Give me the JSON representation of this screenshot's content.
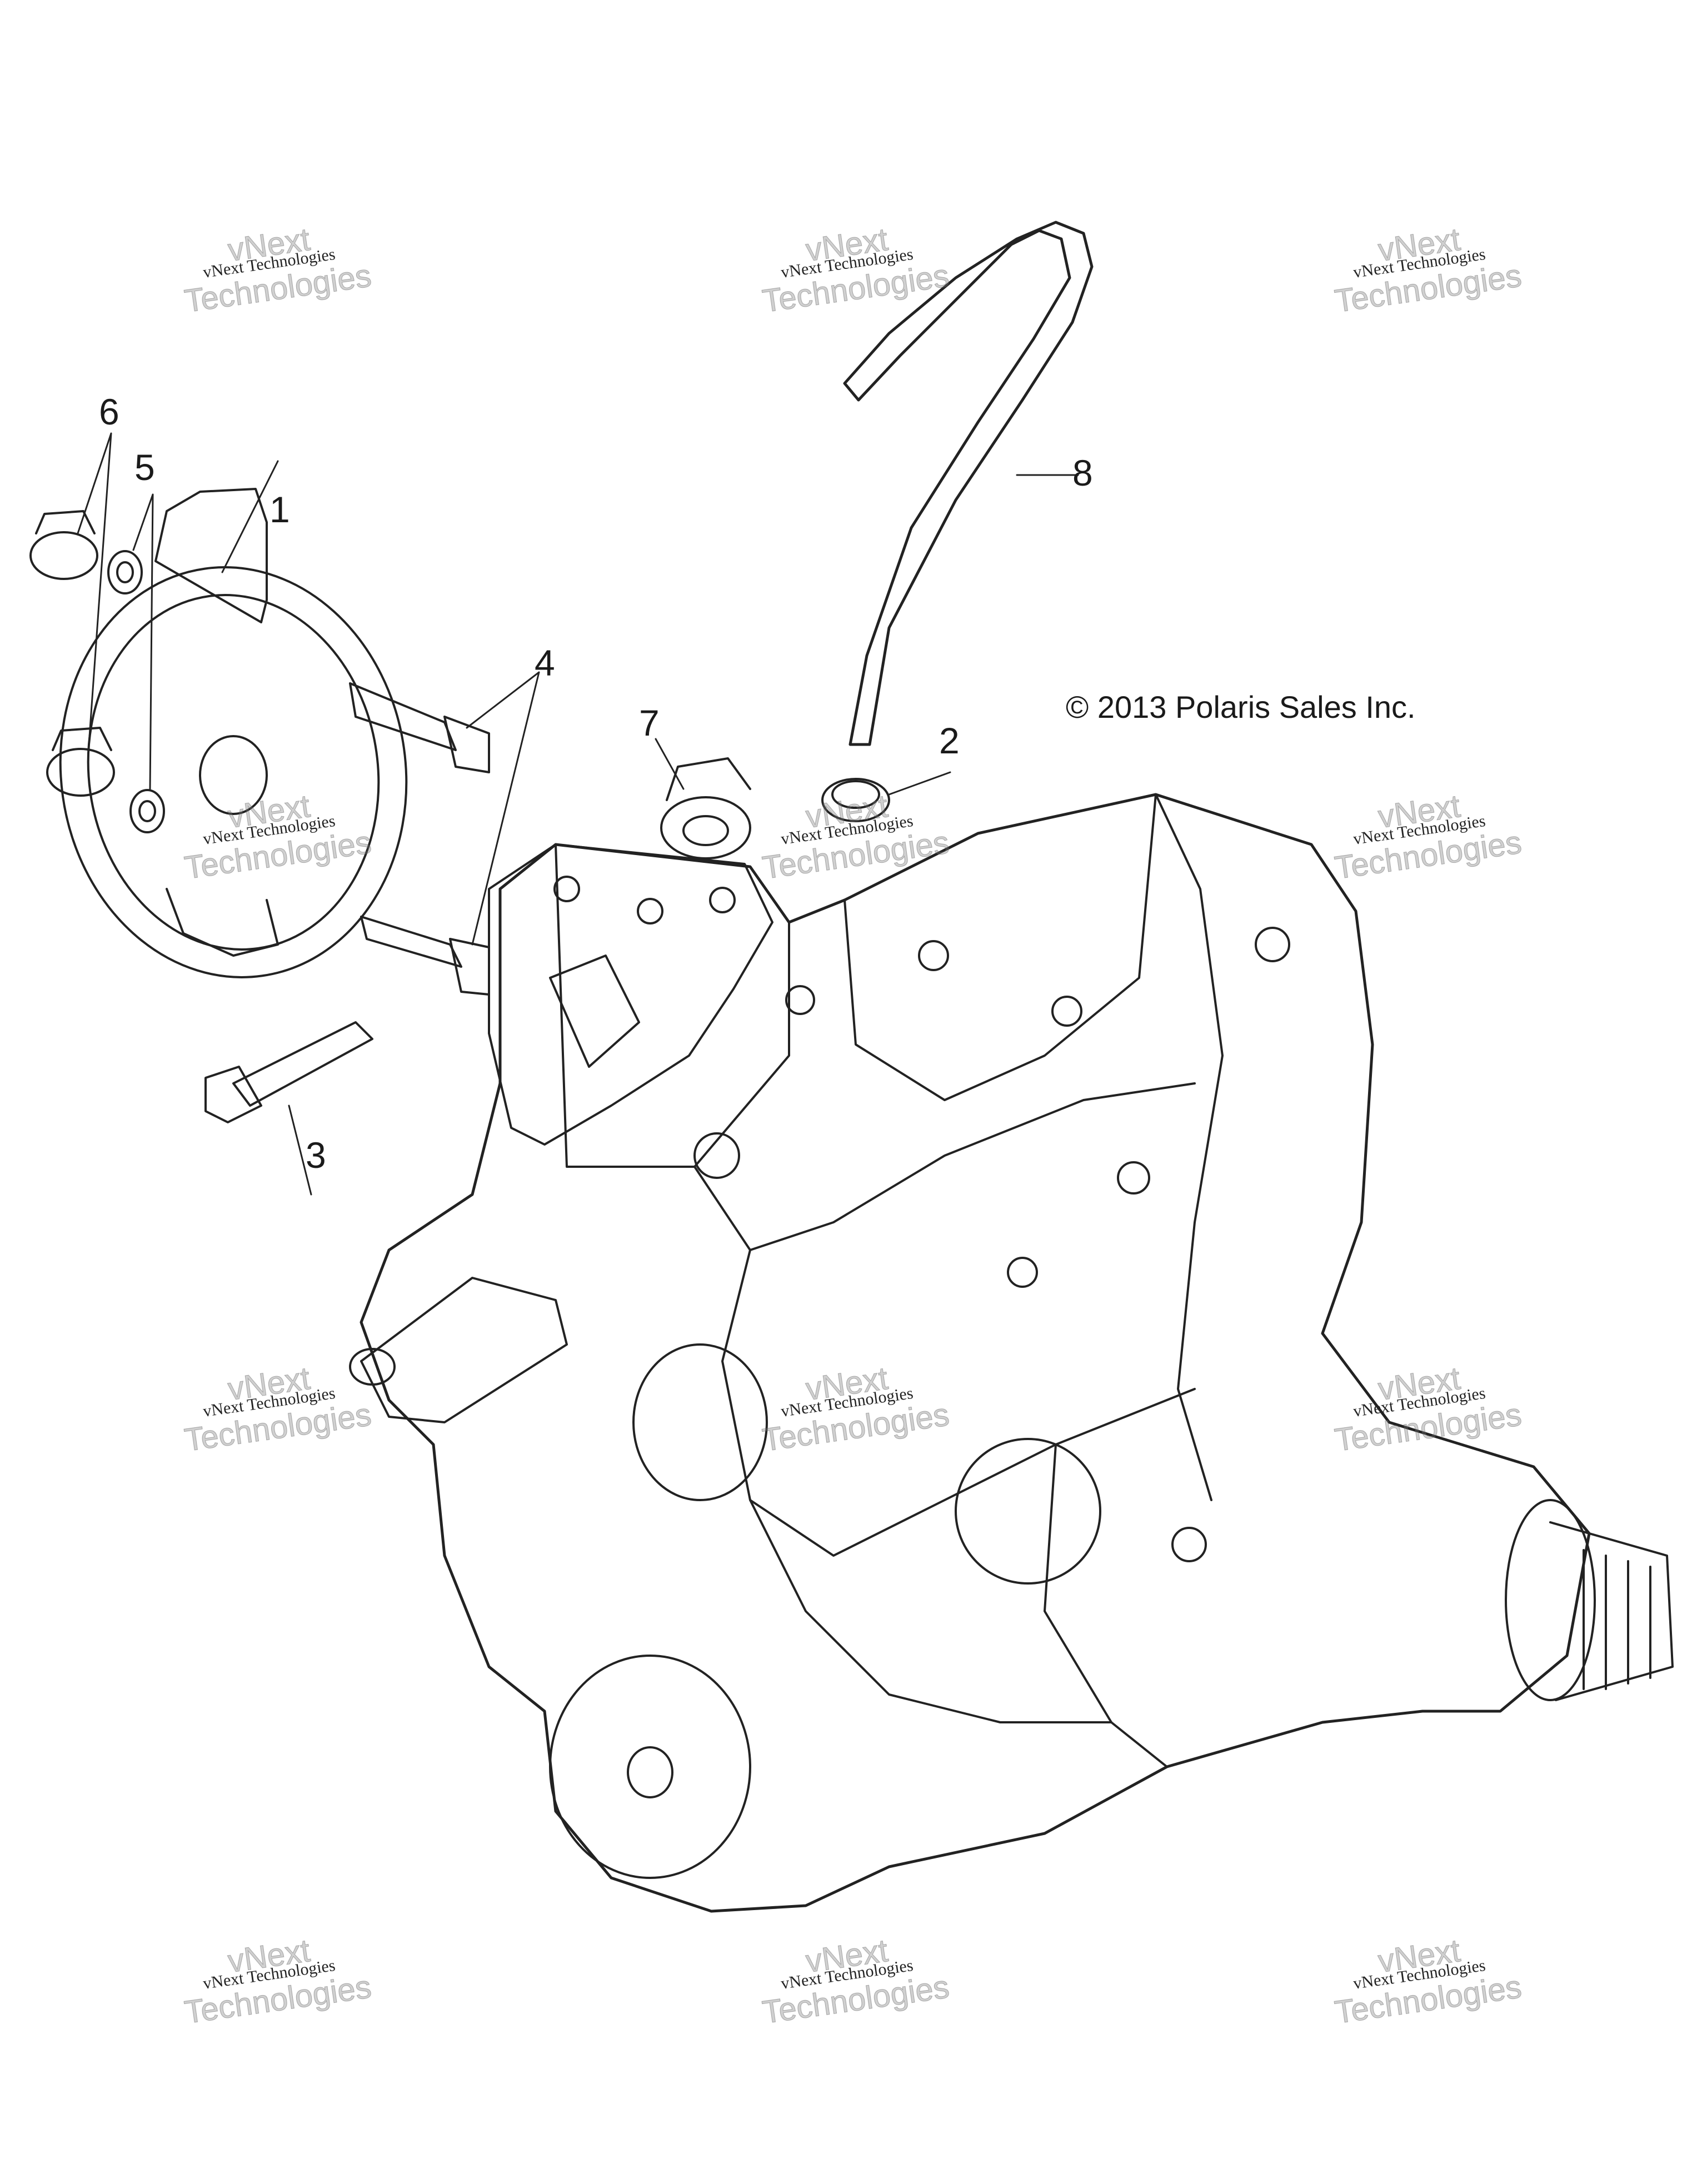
{
  "copyright": "© 2013 Polaris Sales Inc.",
  "callouts": [
    {
      "id": "callout-1",
      "label": "1"
    },
    {
      "id": "callout-2",
      "label": "2"
    },
    {
      "id": "callout-3",
      "label": "3"
    },
    {
      "id": "callout-4",
      "label": "4"
    },
    {
      "id": "callout-5",
      "label": "5"
    },
    {
      "id": "callout-6",
      "label": "6"
    },
    {
      "id": "callout-7",
      "label": "7"
    },
    {
      "id": "callout-8",
      "label": "8"
    }
  ],
  "watermark": {
    "line_small": "vNext Technologies",
    "line_big_1": "vNext",
    "line_big_2": "Technologies"
  }
}
